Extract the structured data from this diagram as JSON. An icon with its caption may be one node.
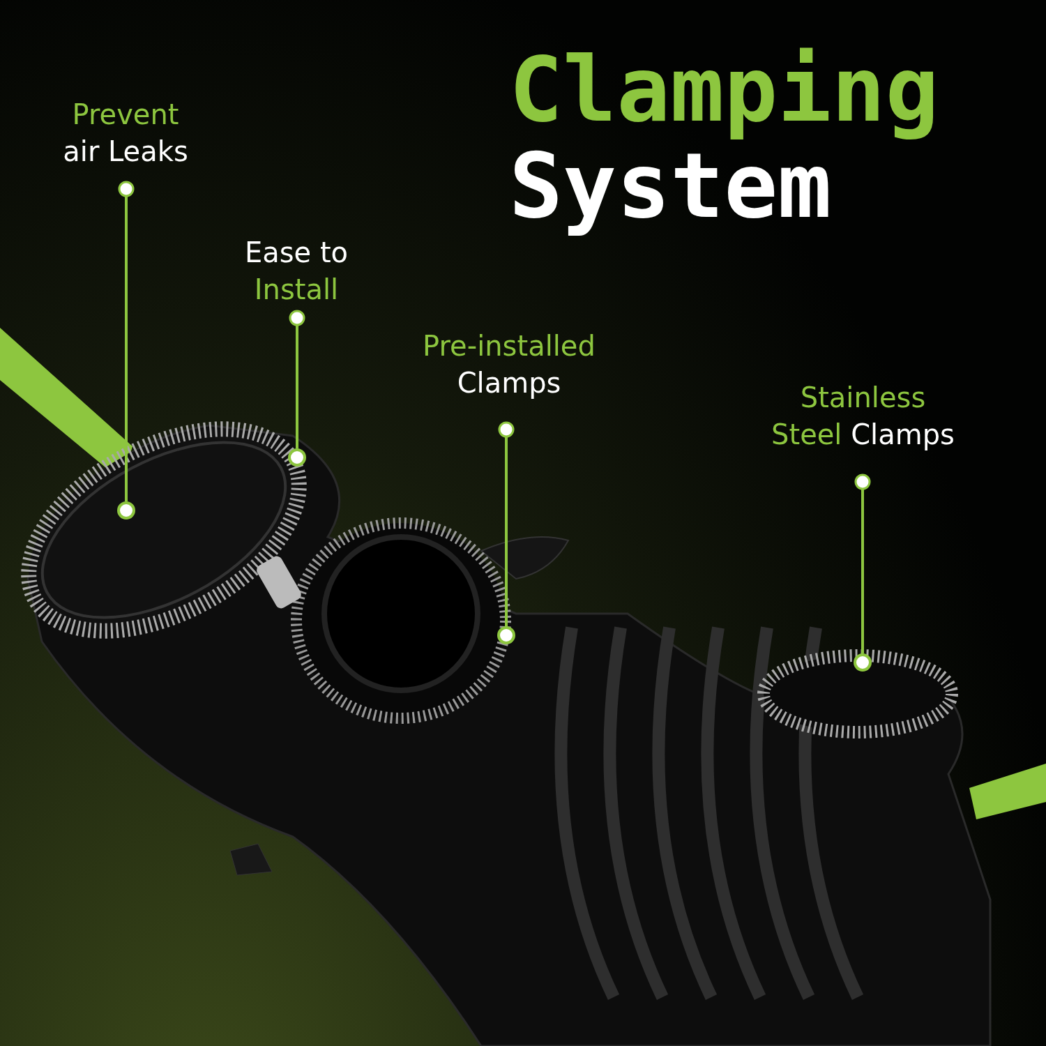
{
  "diagram": {
    "title": "Clamping System",
    "nodes": [
      {
        "text": [
          "Prevent",
          "air Leaks"
        ]
      },
      {
        "text": [
          "Ease to",
          "Install"
        ]
      },
      {
        "text": [
          "Pre-installed",
          "Clamps"
        ]
      },
      {
        "text": [
          "Stainless Steel",
          "Clamps"
        ]
      },
      {
        "text": [],
        "shape": "circle"
      },
      {
        "text": [],
        "shape": "circle"
      },
      {
        "text": [],
        "shape": "circle"
      },
      {
        "text": [],
        "shape": "circle"
      }
    ],
    "edges": [
      {
        "from": 0,
        "to": 4,
        "arrow": "other"
      },
      {
        "from": 1,
        "to": 5,
        "arrow": "other"
      },
      {
        "from": 2,
        "to": 6,
        "arrow": "other"
      },
      {
        "from": 3,
        "to": 7,
        "arrow": "other"
      }
    ]
  }
}
